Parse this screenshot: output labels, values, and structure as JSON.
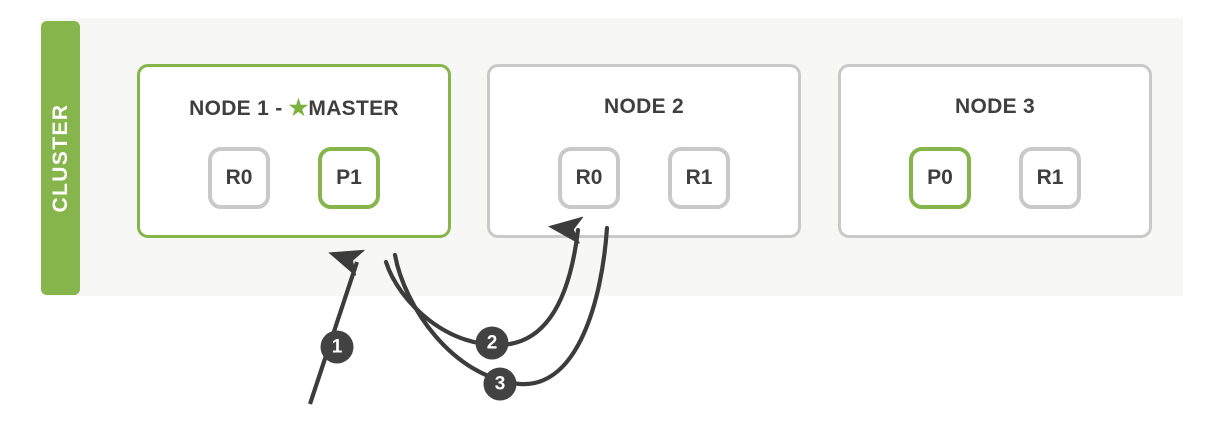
{
  "diagram": {
    "title_band": "CLUSTER",
    "colors": {
      "accent_green": "#86b54c",
      "star_green": "#7bb23f",
      "neutral_border": "#c9c9c9",
      "band_background": "#f7f7f5",
      "text_dark": "#3f3f3f",
      "badge_dark": "#424242"
    }
  },
  "nodes": [
    {
      "title_prefix": "NODE 1 - ",
      "star": "★",
      "title_suffix": "MASTER",
      "highlighted": true,
      "shards": [
        {
          "label": "R0",
          "primary": false
        },
        {
          "label": "P1",
          "primary": true
        }
      ]
    },
    {
      "title_prefix": "NODE 2",
      "star": "",
      "title_suffix": "",
      "highlighted": false,
      "shards": [
        {
          "label": "R0",
          "primary": false
        },
        {
          "label": "R1",
          "primary": false
        }
      ]
    },
    {
      "title_prefix": "NODE 3",
      "star": "",
      "title_suffix": "",
      "highlighted": false,
      "shards": [
        {
          "label": "P0",
          "primary": true
        },
        {
          "label": "R1",
          "primary": false
        }
      ]
    }
  ],
  "steps": [
    {
      "number": "1"
    },
    {
      "number": "2"
    },
    {
      "number": "3"
    }
  ]
}
